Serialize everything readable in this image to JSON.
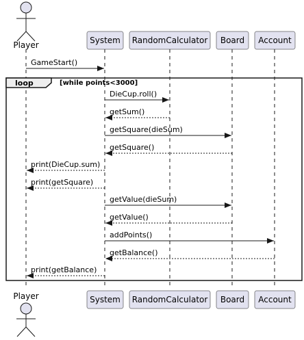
{
  "colors": {
    "participant_fill": "#E2E2F0",
    "participant_stroke": "#181818",
    "lifeline": "#181818",
    "actor_fill": "#E2E2F0",
    "line": "#181818",
    "loop_header_fill": "#EEEEEE",
    "background": "#FFFFFF"
  },
  "actor": {
    "name": "Player"
  },
  "participants": [
    {
      "name": "System"
    },
    {
      "name": "RandomCalculator"
    },
    {
      "name": "Board"
    },
    {
      "name": "Account"
    }
  ],
  "loop": {
    "keyword": "loop",
    "condition": "[while points<3000]"
  },
  "messages": [
    {
      "label": "GameStart()",
      "from": "Player",
      "to": "System",
      "style": "solid"
    },
    {
      "label": "DieCup.roll()",
      "from": "System",
      "to": "RandomCalculator",
      "style": "solid"
    },
    {
      "label": "getSum()",
      "from": "RandomCalculator",
      "to": "System",
      "style": "dashed"
    },
    {
      "label": "getSquare(dieSum)",
      "from": "System",
      "to": "Board",
      "style": "solid"
    },
    {
      "label": "getSquare()",
      "from": "Board",
      "to": "System",
      "style": "dashed"
    },
    {
      "label": "print(DieCup.sum)",
      "from": "System",
      "to": "Player",
      "style": "dashed"
    },
    {
      "label": "print(getSquare)",
      "from": "System",
      "to": "Player",
      "style": "dashed"
    },
    {
      "label": "getValue(dieSum)",
      "from": "System",
      "to": "Board",
      "style": "solid"
    },
    {
      "label": "getValue()",
      "from": "Board",
      "to": "System",
      "style": "dashed"
    },
    {
      "label": "addPoints()",
      "from": "System",
      "to": "Account",
      "style": "solid"
    },
    {
      "label": "getBalance()",
      "from": "Account",
      "to": "System",
      "style": "dashed"
    },
    {
      "label": "print(getBalance)",
      "from": "System",
      "to": "Player",
      "style": "dashed"
    }
  ]
}
